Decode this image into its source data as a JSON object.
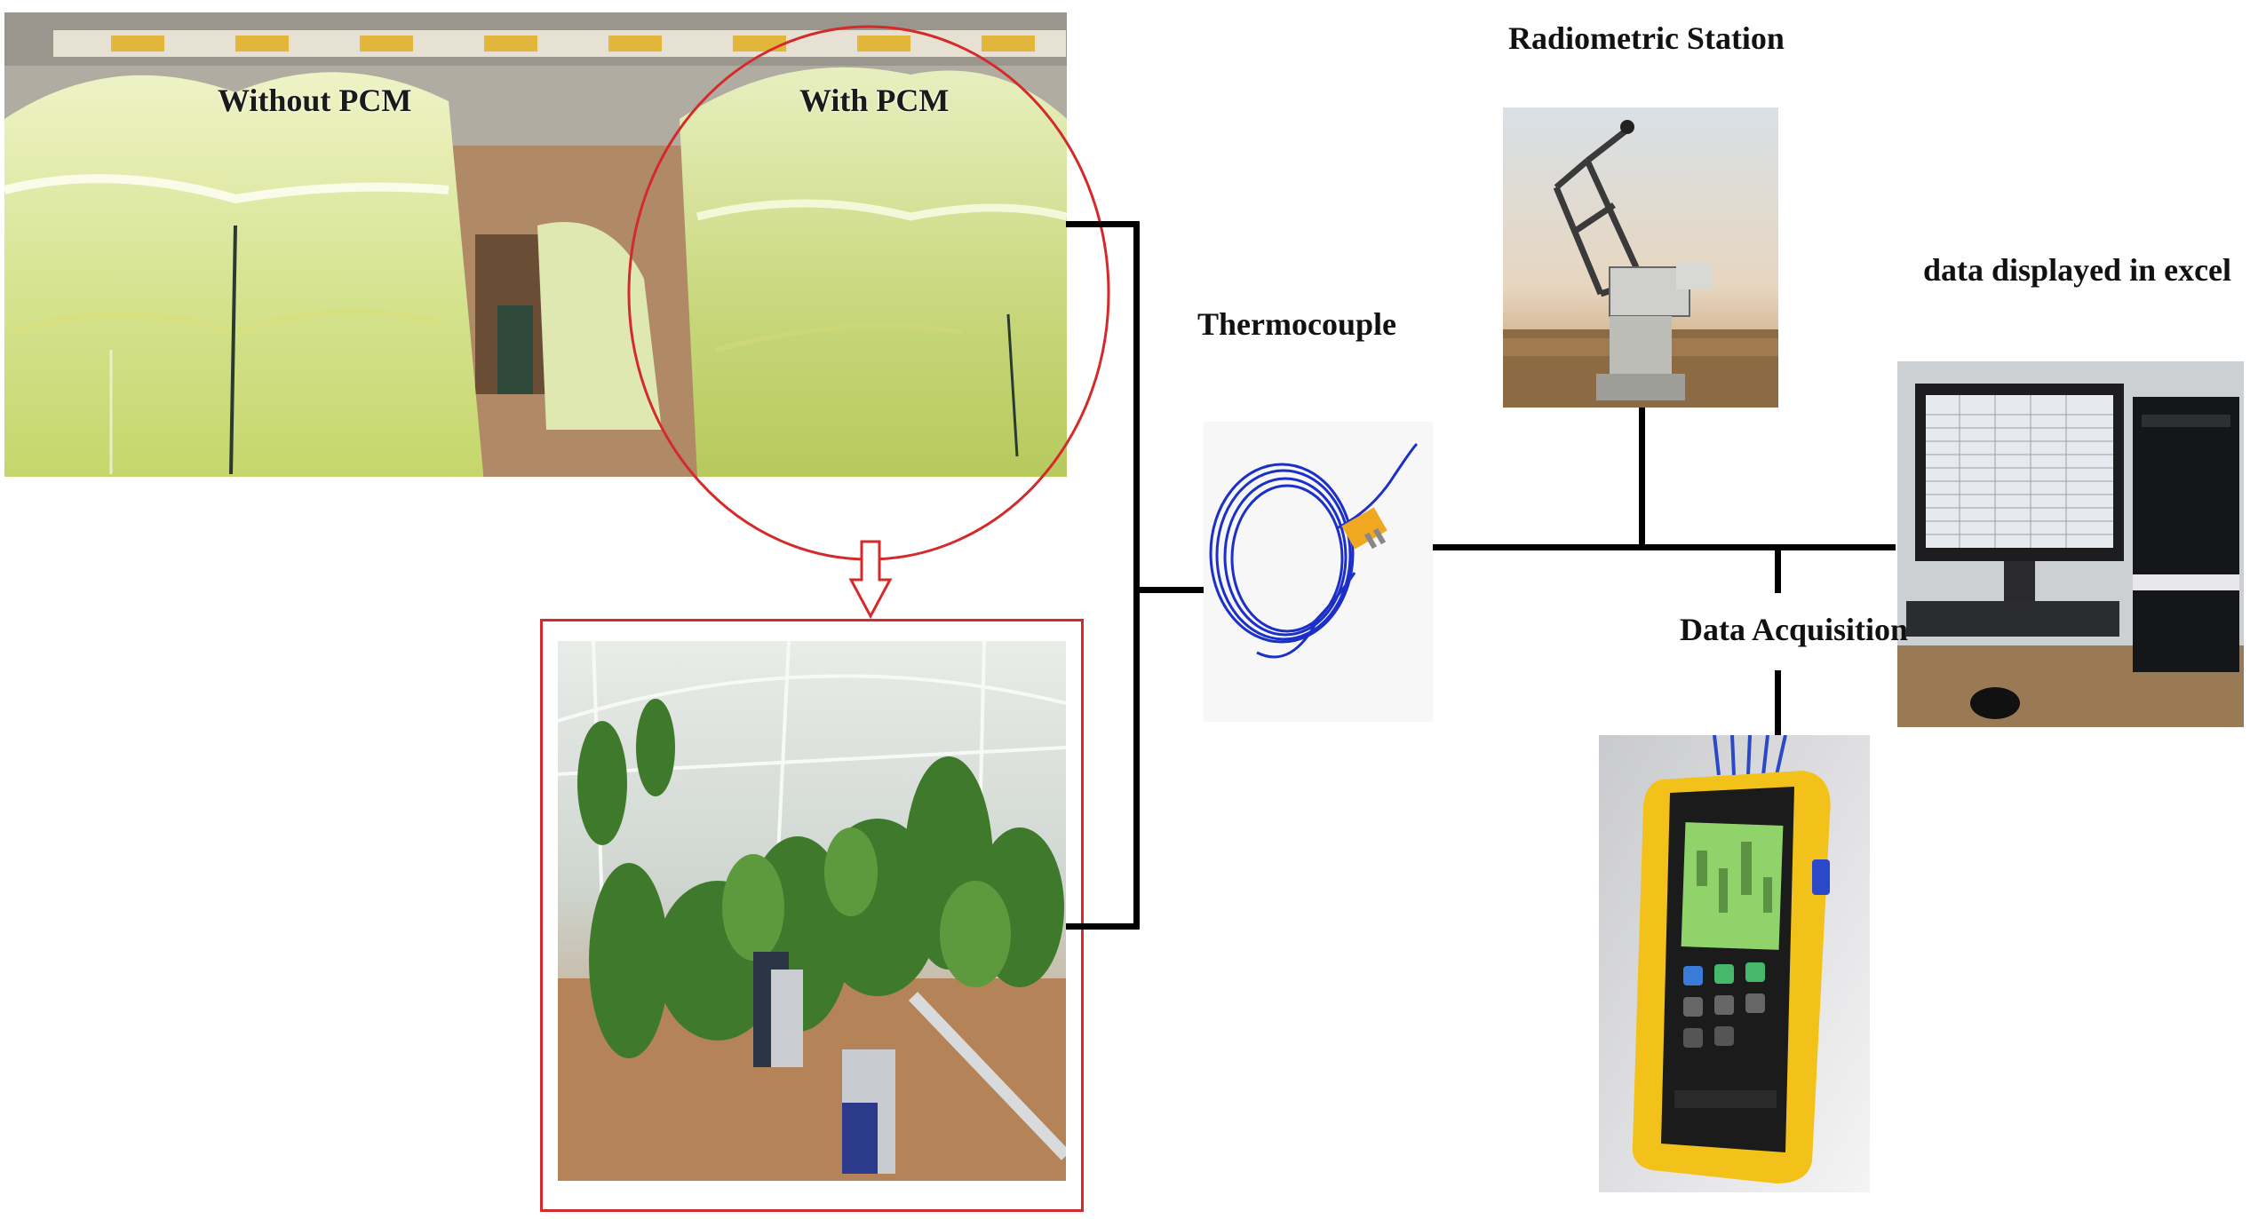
{
  "labels": {
    "without_pcm": "Without PCM",
    "with_pcm": "With PCM",
    "radiometric_station": "Radiometric Station",
    "thermocouple": "Thermocouple",
    "data_displayed": "data displayed in excel",
    "data_acquisition": "Data Acquisition"
  },
  "colors": {
    "connector": "#000000",
    "highlight": "#d42a2a",
    "greenhouse_film": "#d8e79a",
    "thermocouple_wire": "#1c2fc8",
    "logger_body": "#f2c21a",
    "logger_screen": "#8fd36a"
  },
  "icons": {
    "greenhouse_photo": "greenhouse-tunnels-photo",
    "interior_photo": "greenhouse-interior-photo",
    "station_photo": "radiometric-station-photo",
    "thermocouple_photo": "thermocouple-photo",
    "computer_photo": "computer-excel-photo",
    "logger_photo": "data-logger-photo"
  }
}
